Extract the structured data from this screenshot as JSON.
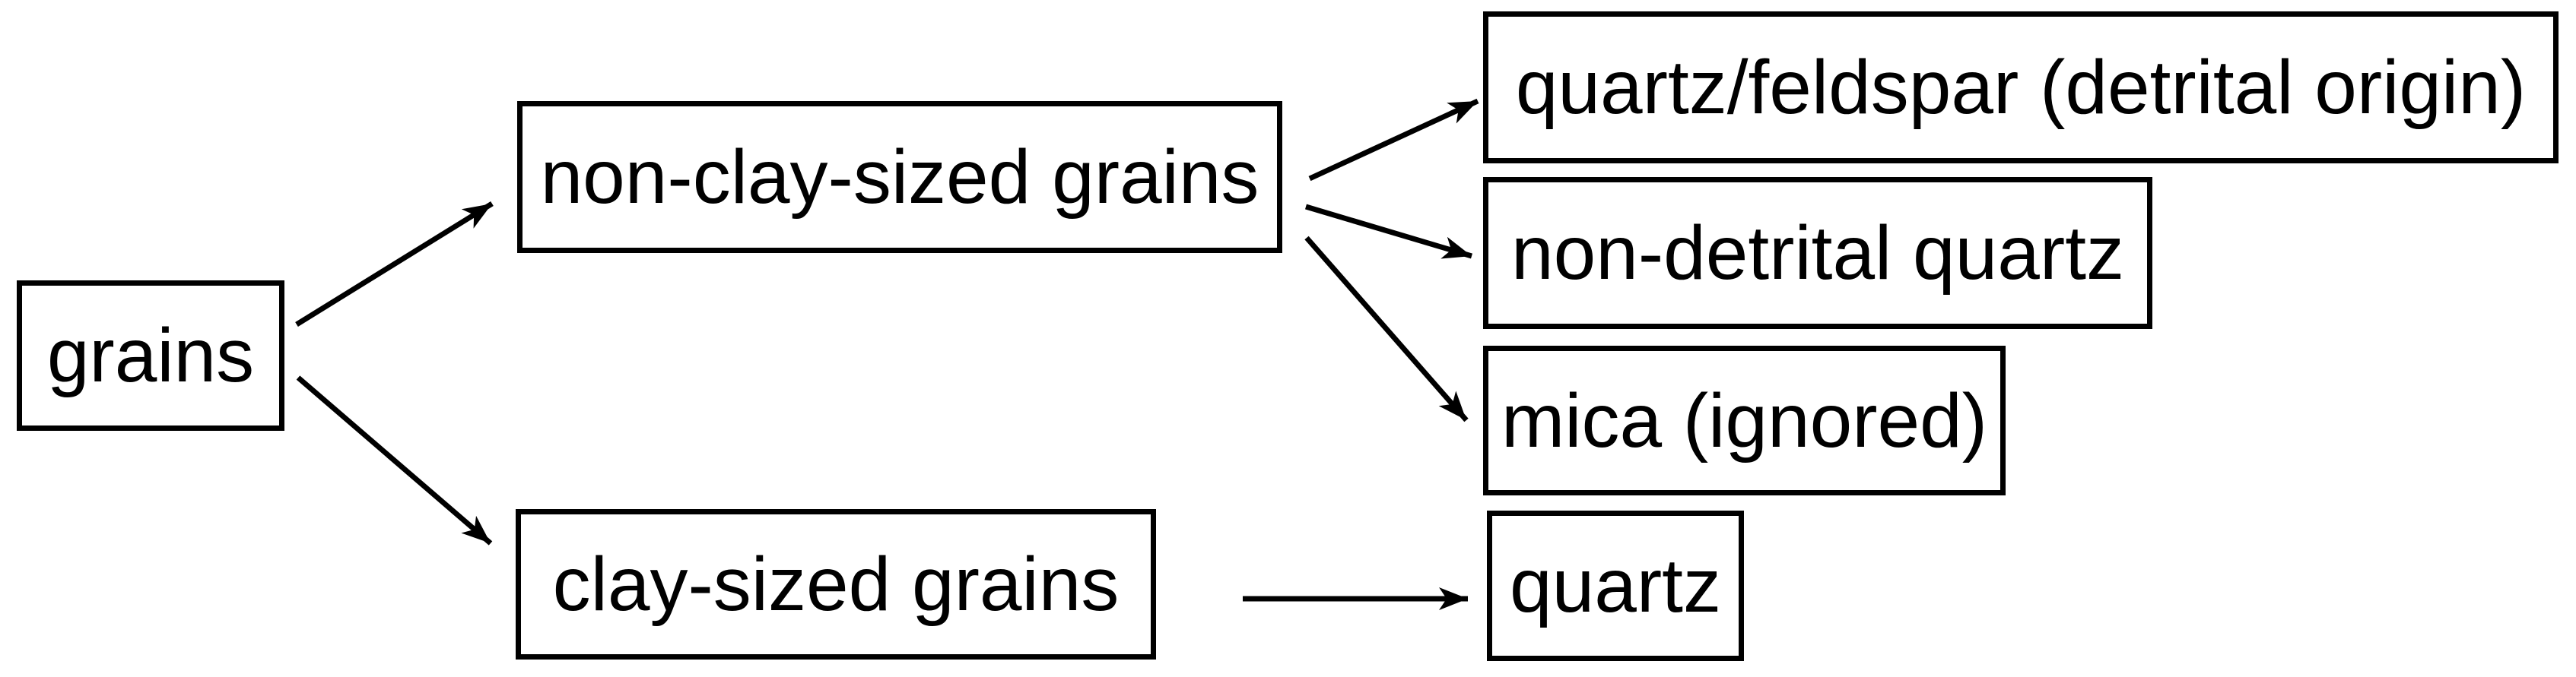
{
  "diagram": {
    "description": "grain classification flowchart",
    "colors": {
      "background": "#ffffff",
      "box_fill": "#ffffff",
      "box_border": "#000000",
      "text": "#000000",
      "arrow": "#000000"
    },
    "nodes": {
      "grains": {
        "label": "grains"
      },
      "non_clay": {
        "label": "non-clay-sized grains"
      },
      "clay": {
        "label": "clay-sized grains"
      },
      "qf": {
        "label": "quartz/feldspar (detrital origin)"
      },
      "ndq": {
        "label": "non-detrital quartz"
      },
      "mica": {
        "label": "mica (ignored)"
      },
      "quartz": {
        "label": "quartz"
      }
    },
    "edges": [
      {
        "from": "grains",
        "to": "non_clay"
      },
      {
        "from": "grains",
        "to": "clay"
      },
      {
        "from": "non_clay",
        "to": "qf"
      },
      {
        "from": "non_clay",
        "to": "ndq"
      },
      {
        "from": "non_clay",
        "to": "mica"
      },
      {
        "from": "clay",
        "to": "quartz"
      }
    ]
  }
}
